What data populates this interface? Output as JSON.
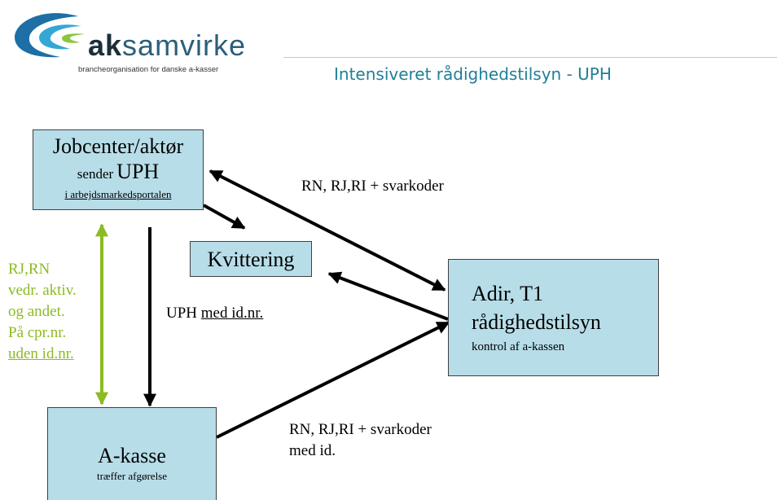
{
  "logo": {
    "wordmark_ak": "ak",
    "wordmark_samvirke": "samvirke",
    "tagline": "brancheorganisation for danske a-kasser"
  },
  "header": {
    "title": "Intensiveret rådighedstilsyn - UPH"
  },
  "boxes": {
    "jobcenter": {
      "line1": "Jobcenter/aktør",
      "line2_small": "sender",
      "line2_big": "UPH",
      "line3": "i arbejdsmarkedsportalen"
    },
    "kvittering": {
      "label": "Kvittering"
    },
    "adir": {
      "line1": "Adir, T1",
      "line2": "rådighedstilsyn",
      "line3": "kontrol af a-kassen"
    },
    "akasse": {
      "line1": "A-kasse",
      "line2": "træffer afgørelse"
    }
  },
  "labels": {
    "top_right": "RN, RJ,RI + svarkoder",
    "uph_prefix": "UPH ",
    "uph_underlined": "med id.nr.",
    "bottom_line1": "RN, RJ,RI + svarkoder",
    "bottom_line2": "med id.",
    "green_lines": [
      "RJ,RN",
      "vedr. aktiv.",
      "og andet.",
      "På cpr.nr."
    ],
    "green_underlined": "uden id.nr."
  },
  "colors": {
    "box_fill": "#b7dde8",
    "accent_green": "#8cbb22",
    "title_teal": "#1f7f96",
    "logo_blue": "#2a8fc4",
    "logo_green": "#8cc63f"
  }
}
